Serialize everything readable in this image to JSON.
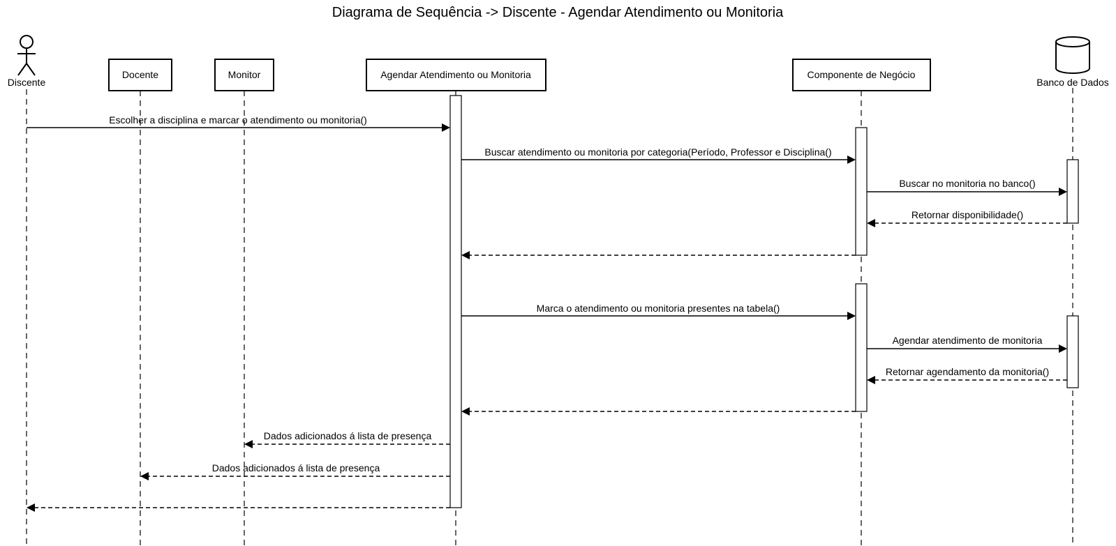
{
  "title": "Diagrama de Sequência -> Discente - Agendar Atendimento ou Monitoria",
  "participants": [
    {
      "id": "discente",
      "label": "Discente",
      "kind": "actor"
    },
    {
      "id": "docente",
      "label": "Docente",
      "kind": "box"
    },
    {
      "id": "monitor",
      "label": "Monitor",
      "kind": "box"
    },
    {
      "id": "agendar",
      "label": "Agendar Atendimento ou Monitoria",
      "kind": "box"
    },
    {
      "id": "componente",
      "label": "Componente de Negócio",
      "kind": "box"
    },
    {
      "id": "banco",
      "label": "Banco de Dados",
      "kind": "database"
    }
  ],
  "messages": [
    {
      "from": "discente",
      "to": "agendar",
      "label": "Escolher a disciplina e marcar o atendimento ou monitoria()",
      "type": "sync"
    },
    {
      "from": "agendar",
      "to": "componente",
      "label": "Buscar atendimento ou monitoria por categoria(Período, Professor e Disciplina()",
      "type": "sync"
    },
    {
      "from": "componente",
      "to": "banco",
      "label": "Buscar no monitoria no banco()",
      "type": "sync"
    },
    {
      "from": "banco",
      "to": "componente",
      "label": "Retornar disponibilidade()",
      "type": "return"
    },
    {
      "from": "componente",
      "to": "agendar",
      "label": "",
      "type": "return"
    },
    {
      "from": "agendar",
      "to": "componente",
      "label": "Marca o atendimento ou monitoria presentes na tabela()",
      "type": "sync"
    },
    {
      "from": "componente",
      "to": "banco",
      "label": "Agendar atendimento de monitoria",
      "type": "sync"
    },
    {
      "from": "banco",
      "to": "componente",
      "label": "Retornar agendamento da monitoria()",
      "type": "return"
    },
    {
      "from": "componente",
      "to": "agendar",
      "label": "",
      "type": "return"
    },
    {
      "from": "agendar",
      "to": "monitor",
      "label": "Dados adicionados á lista de presença",
      "type": "return"
    },
    {
      "from": "agendar",
      "to": "docente",
      "label": "Dados adicionados á lista de presença",
      "type": "return"
    },
    {
      "from": "agendar",
      "to": "discente",
      "label": "",
      "type": "return"
    }
  ]
}
